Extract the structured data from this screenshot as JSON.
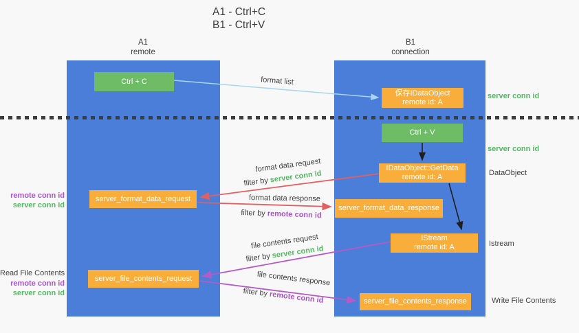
{
  "title": {
    "line1": "A1 - Ctrl+C",
    "line2": "B1 - Ctrl+V"
  },
  "lanes": {
    "a1": {
      "title": "A1",
      "subtitle": "remote"
    },
    "b1": {
      "title": "B1",
      "subtitle": "connection"
    }
  },
  "nodes": {
    "ctrl_c": {
      "label": "Ctrl + C"
    },
    "ctrl_v": {
      "label": "Ctrl + V"
    },
    "save_idataobject": {
      "line1": "保存IDataObject",
      "line2": "remote id: A"
    },
    "getdata": {
      "line1": "IDataObject::GetData",
      "line2": "remote id: A"
    },
    "istream": {
      "line1": "IStream",
      "line2": "remote id: A"
    },
    "format_request": {
      "label": "server_format_data_request"
    },
    "format_response": {
      "label": "server_format_data_response"
    },
    "file_request": {
      "label": "server_file_contents_request"
    },
    "file_response": {
      "label": "server_file_contents_response"
    }
  },
  "arrow_labels": {
    "format_list": "format list",
    "format_data_request": "format data request",
    "format_data_response": "format data response",
    "file_contents_request": "file contents request",
    "file_contents_response": "file contents response",
    "filter_by": "filter by",
    "server_conn_id": "server conn id",
    "remote_conn_id": "remote conn id"
  },
  "side_labels": {
    "server_conn_id_top": "server conn id",
    "server_conn_id_mid": "server conn id",
    "dataobject": "DataObject",
    "istream": "Istream",
    "write_file_contents": "Write File Contents",
    "remote_conn_id_format": "remote conn id",
    "server_conn_id_format": "server conn id",
    "read_file_contents": "Read File Contents",
    "remote_conn_id_file": "remote conn id",
    "server_conn_id_file": "server conn id"
  },
  "colors": {
    "lane_blue": "#4a7ed8",
    "node_green": "#6fbc66",
    "node_orange": "#f9ae3b",
    "arrow_red": "#e25f63",
    "arrow_purple": "#b55bc8",
    "arrow_light_blue": "#a9d5f2",
    "arrow_black": "#1f1f1f",
    "text_green": "#55b963",
    "text_purple": "#a855c8",
    "background": "#f8f8f8"
  }
}
